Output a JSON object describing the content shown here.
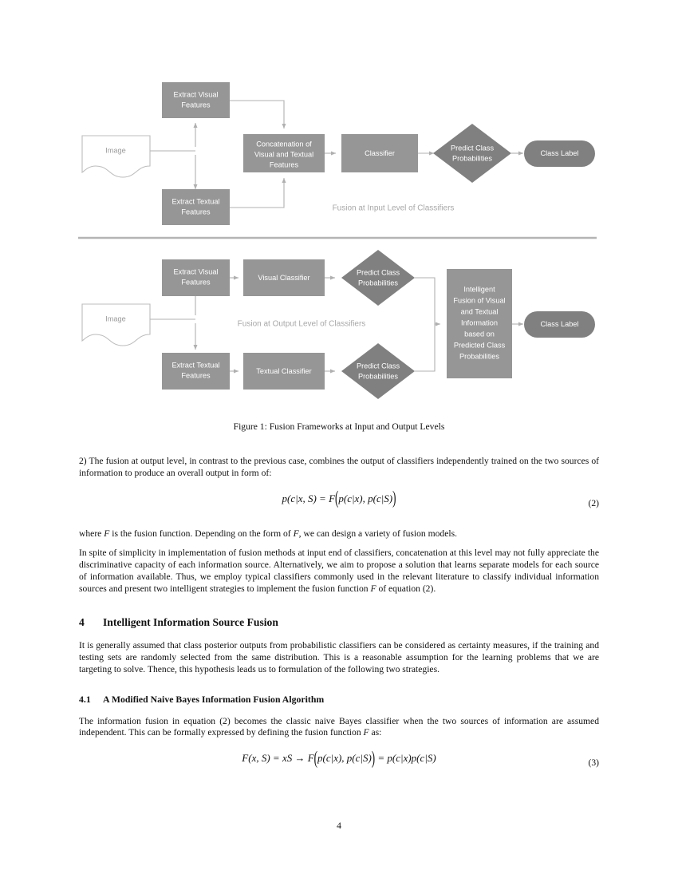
{
  "figure": {
    "caption": "Figure 1: Fusion Frameworks at Input and Output Levels",
    "diagram_input_level": {
      "caption": "Fusion at Input Level of Classifiers",
      "nodes": {
        "image": "Image",
        "extract_visual": [
          "Extract Visual",
          "Features"
        ],
        "extract_textual": [
          "Extract Textual",
          "Features"
        ],
        "concatenation": [
          "Concatenation of",
          "Visual and Textual",
          "Features"
        ],
        "classifier": "Classifier",
        "predict": [
          "Predict Class",
          "Probabilities"
        ],
        "class_label": "Class Label"
      }
    },
    "diagram_output_level": {
      "caption": "Fusion at Output Level of Classifiers",
      "nodes": {
        "image": "Image",
        "extract_visual": [
          "Extract Visual",
          "Features"
        ],
        "extract_textual": [
          "Extract Textual",
          "Features"
        ],
        "visual_classifier": "Visual Classifier",
        "textual_classifier": "Textual Classifier",
        "predict_visual": [
          "Predict Class",
          "Probabilities"
        ],
        "predict_textual": [
          "Predict Class",
          "Probabilities"
        ],
        "intelligent_fusion": [
          "Intelligent",
          "Fusion of Visual",
          "and Textual",
          "Information",
          "based on",
          "Predicted Class",
          "Probabilities"
        ],
        "class_label": "Class Label"
      }
    },
    "colors": {
      "box_fill": "#969696",
      "diamond_fill": "#808080",
      "label_fill": "#808080",
      "doc_stroke": "#b7b7b7",
      "connector": "#b0b0b0",
      "divider": "#b4b4b4"
    }
  },
  "body": {
    "para_output_level": "2) The fusion at output level, in contrast to the previous case, combines the output of classifiers independently trained on the two sources of information to produce an overall output in form of:",
    "equation_2": {
      "lhs": "p(c|x, S) =",
      "fn": "F",
      "args": "p(c|x), p(c|S)",
      "number": "(2)"
    },
    "para_where_F": {
      "s1": "where ",
      "F1": "F",
      "s2": " is the fusion function. Depending on the form of ",
      "F2": "F",
      "s3": ", we can design a variety of fusion models."
    },
    "para_in_spite": {
      "s1": "In spite of simplicity in implementation of fusion methods at input end of classifiers, concatenation at this level may not fully appreciate the discriminative capacity of each information source. Alternatively, we aim to propose a solution that learns separate models for each source of information available. Thus, we employ typical classifiers commonly used in the relevant literature to classify individual information sources and present two intelligent strategies to implement the fusion function ",
      "F1": "F",
      "s2": " of equation (2)."
    },
    "section_4": {
      "number": "4",
      "title": "Intelligent Information Source Fusion"
    },
    "para_generally_assumed": "It is generally assumed that class posterior outputs from probabilistic classifiers can be considered as certainty measures, if the training and testing sets are randomly selected from the same distribution. This is a reasonable assumption for the learning problems that we are targeting to solve. Thence, this hypothesis leads us to formulation of the following two strategies.",
    "subsection_41": {
      "number": "4.1",
      "title": "A Modified Naive Bayes Information Fusion Algorithm"
    },
    "para_info_fusion": {
      "s1": "The information fusion in equation (2) becomes the classic naive Bayes classifier when the two sources of information are assumed independent. This can be formally expressed by defining the fusion function ",
      "F1": "F",
      "s2": " as:"
    },
    "equation_3": {
      "lhs": "F(x, S) = xS →",
      "fn": "F",
      "args": "p(c|x), p(c|S)",
      "rhs": "= p(c|x)p(c|S)",
      "number": "(3)"
    },
    "page_number": "4"
  }
}
